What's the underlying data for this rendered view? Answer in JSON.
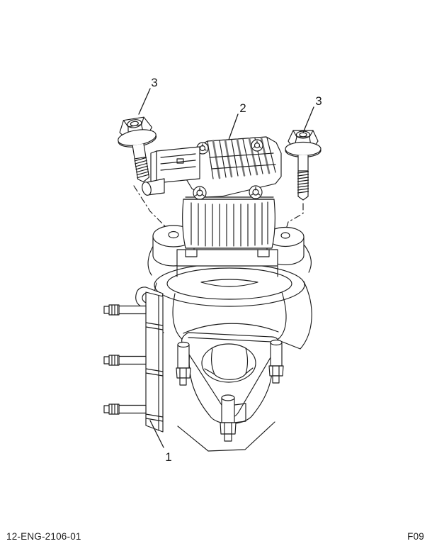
{
  "figure": {
    "type": "technical-parts-diagram",
    "subject": "EGR valve and adapter assembly exploded view",
    "footer_left": "12-ENG-2106-01",
    "footer_right": "F09",
    "ink_color": "#1c1c1c",
    "background_color": "#ffffff"
  },
  "callouts": [
    {
      "label": "3",
      "target": "flange-bolt-left"
    },
    {
      "label": "2",
      "target": "egr-valve"
    },
    {
      "label": "3",
      "target": "flange-bolt-right"
    },
    {
      "label": "1",
      "target": "adapter-base"
    }
  ]
}
